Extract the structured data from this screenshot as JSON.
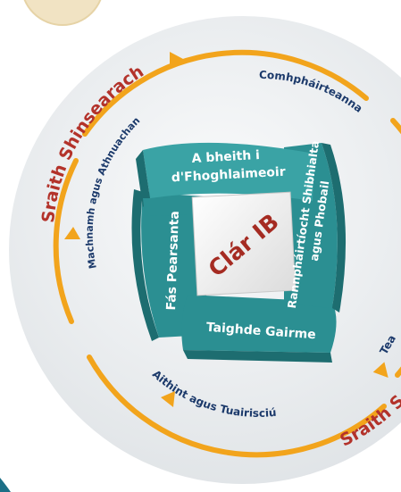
{
  "diagram": {
    "center_label": "Clár IB",
    "components": {
      "top": "A bheith i",
      "top_line2": "d'Fhoghlaimeoir",
      "right": "Rannpháirtíocht Shibhialta",
      "right_line2": "agus Phobail",
      "bottom": "Taighde Gairme",
      "left": "Fás Pearsanta"
    },
    "ring_labels": {
      "outer_top_left": "Sraith Shinsearach",
      "outer_bottom_right": "Sraith S",
      "inner_top_left": "Machnamh agus Athnuachan",
      "inner_top_right": "Comhpháirteanna",
      "inner_bottom": "Aithint agus Tuairisciú",
      "inner_right_fragment": "Tea"
    },
    "colors": {
      "teal": "#2b8f92",
      "teal_dark": "#1d6d70",
      "teal_light": "#3aa3a5",
      "orange": "#f2a41c",
      "red_text": "#b3322a",
      "navy_text": "#1c3a6b",
      "center_red": "#a52b22"
    }
  }
}
